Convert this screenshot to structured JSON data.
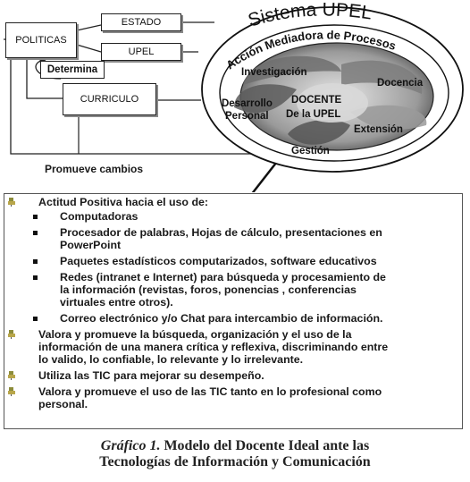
{
  "diagram": {
    "nodes": {
      "politicas": "POLITICAS",
      "estado": "ESTADO",
      "upel": "UPEL",
      "determina": "Determina",
      "curriculo": "CURRICULO"
    },
    "edge_labels": {
      "promueve_cambios": "Promueve cambios"
    },
    "sistema": {
      "title": "Sistema UPEL",
      "arc_text": "Acción Mediadora de Procesos",
      "center_line1": "DOCENTE",
      "center_line2": "De la UPEL",
      "investigacion": "Investigación",
      "docencia": "Docencia",
      "desarrollo_line1": "Desarrollo",
      "desarrollo_line2": "Personal",
      "extension": "Extensión",
      "gestion": "Gestión"
    }
  },
  "panel": {
    "heading": "Actitud Positiva hacia el uso de:",
    "sub_items": [
      {
        "lines": [
          "Computadoras"
        ]
      },
      {
        "lines": [
          "Procesador de palabras, Hojas de cálculo, presentaciones en",
          "PowerPoint"
        ]
      },
      {
        "lines": [
          "Paquetes estadísticos computarizados, software educativos"
        ]
      },
      {
        "lines": [
          "Redes (intranet e Internet) para búsqueda y procesamiento de",
          "la información (revistas, foros, ponencias , conferencias",
          "virtuales entre otros)."
        ]
      },
      {
        "lines": [
          "Correo electrónico y/o Chat para intercambio de información."
        ]
      }
    ],
    "items": [
      {
        "lines": [
          "Valora y promueve la búsqueda, organización y el uso de la",
          "información de una manera crítica y reflexiva, discriminando entre",
          "lo valido, lo confiable, lo relevante y lo irrelevante."
        ]
      },
      {
        "lines": [
          "Utiliza las TIC para mejorar su desempeño."
        ]
      },
      {
        "lines": [
          "Valora y promueve el uso de las TIC tanto en lo profesional como",
          "personal."
        ]
      }
    ]
  },
  "caption": {
    "label": "Gráfico 1.",
    "line1_rest": " Modelo del Docente Ideal ante las",
    "line2": "Tecnologías de Información y Comunicación"
  }
}
